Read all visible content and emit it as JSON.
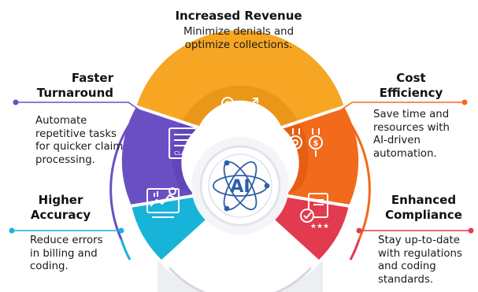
{
  "center": {
    "label": "AI"
  },
  "claim_label": "CLAIM",
  "colors": {
    "revenue": "#f6a623",
    "cost": "#f26a1b",
    "compliance": "#e23a4e",
    "accuracy": "#17b3d9",
    "turnaround": "#6a4fc4",
    "center_ring": "#2d5fa8",
    "hub_ring": "#e7e9ee"
  },
  "benefits": [
    {
      "title": "Increased Revenue",
      "description": [
        "Minimize denials and",
        "optimize collections."
      ],
      "icon": "revenue-chart-icon"
    },
    {
      "title": [
        "Cost",
        "Efficiency"
      ],
      "description": [
        "Save time and",
        "resources with",
        "AI-driven",
        "automation."
      ],
      "icon": "cost-gears-icon"
    },
    {
      "title": [
        "Enhanced",
        "Compliance"
      ],
      "description": [
        "Stay up-to-date",
        "with regulations",
        "and coding",
        "standards."
      ],
      "icon": "compliance-document-icon"
    },
    {
      "title": [
        "Higher",
        "Accuracy"
      ],
      "description": [
        "Reduce errors",
        "in billing and",
        "coding."
      ],
      "icon": "accuracy-analytics-icon"
    },
    {
      "title": [
        "Faster",
        "Turnaround"
      ],
      "description": [
        "Automate",
        "repetitive tasks",
        "for quicker claim",
        "processing."
      ],
      "icon": "claim-form-icon"
    }
  ]
}
